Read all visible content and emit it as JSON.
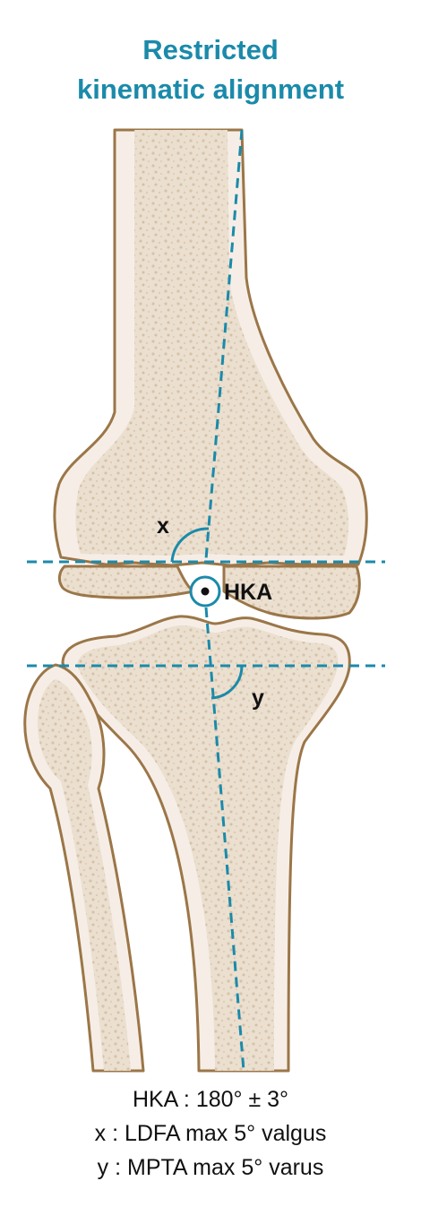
{
  "title": {
    "line1": "Restricted",
    "line2": "kinematic alignment"
  },
  "labels": {
    "x": "x",
    "y": "y",
    "hka": "HKA"
  },
  "caption": {
    "line1": "HKA : 180° ± 3°",
    "line2": "x : LDFA max 5° valgus",
    "line3": "y : MPTA max 5° varus"
  },
  "colors": {
    "accent": "#1b8aaa",
    "bone_fill": "#ede2d4",
    "bone_outline": "#9b7648",
    "bone_rim": "#f6eee6",
    "text": "#111111"
  }
}
